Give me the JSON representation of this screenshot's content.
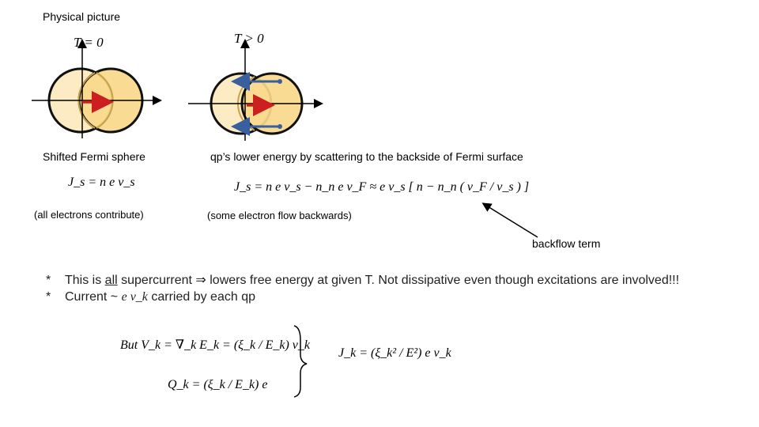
{
  "header": {
    "title": "Physical picture"
  },
  "left_panel": {
    "temp_label": "T = 0",
    "caption": "Shifted Fermi sphere",
    "formula": "J_s = n e v_s",
    "note": "(all electrons contribute)"
  },
  "right_panel": {
    "temp_label": "T > 0",
    "caption": "qp’s lower energy by scattering to the backside of Fermi surface",
    "formula": "J_s = n e v_s − n_n e v_F   ≈ e v_s [ n − n_n ( v_F / v_s ) ]",
    "note": "(some electron flow backwards)",
    "annotation": "backflow term"
  },
  "bullets": [
    {
      "marker": "*",
      "pre": "This is ",
      "underlined": "all",
      "post": " supercurrent ⇒ lowers free energy at given T. Not dissipative even though excitations are involved!!!"
    },
    {
      "marker": "*",
      "pre": "Current ~ ",
      "math": "e v_k",
      "post": "  carried by each qp"
    }
  ],
  "equations": {
    "but": "But V_k = ∇_k E_k = (ξ_k / E_k) v_k",
    "q": "Q_k = (ξ_k / E_k) e",
    "j": "J_k = (ξ_k² / E²) e v_k"
  },
  "colors": {
    "fill_light": "#fdebc4",
    "fill_shifted": "#f8d88a",
    "circle_stroke": "#111111",
    "arc_stroke": "#c8a24a",
    "red_arrow": "#cc1f1f",
    "blue_arrow": "#3a5f9f"
  }
}
